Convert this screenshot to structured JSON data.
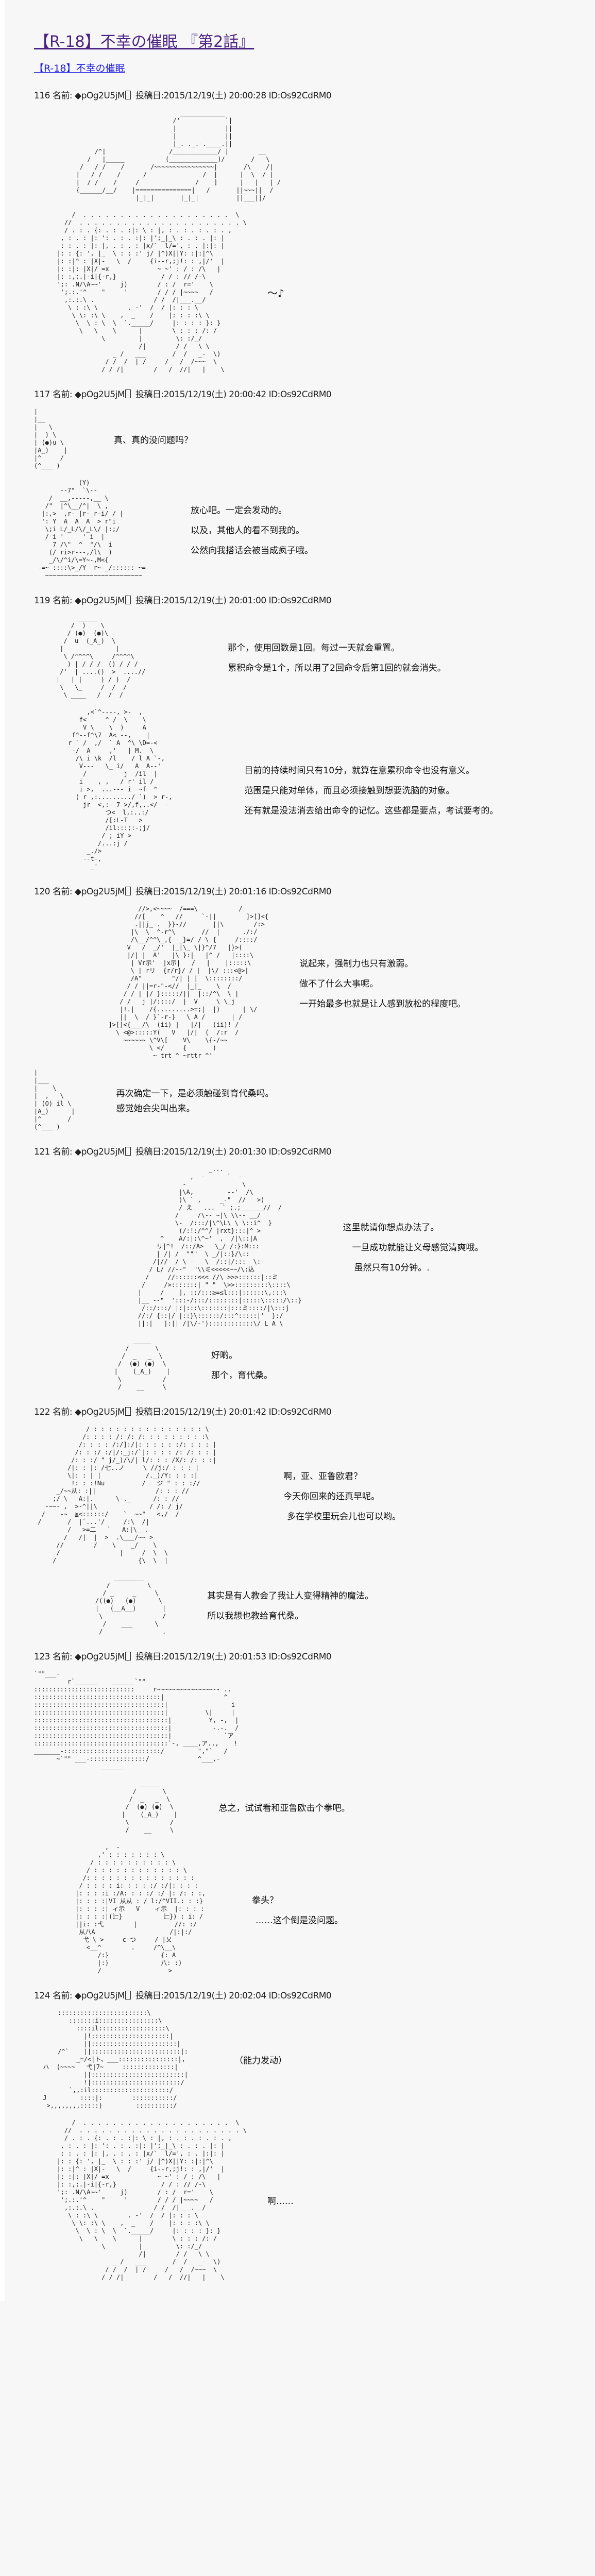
{
  "thread_title": "【R-18】不幸の催眠 『第2話』",
  "series_link": "【R-18】不幸の催眠",
  "posts": [
    {
      "no": "116",
      "name_label": "名前:",
      "trip": "◆pOg2U5jM",
      "date_label": "投稿日:",
      "date": "2015/12/19(土) 20:00:28",
      "id": "ID:Os92CdRM0",
      "lines": [
        "～♪"
      ]
    },
    {
      "no": "117",
      "name_label": "名前:",
      "trip": "◆pOg2U5jM",
      "date_label": "投稿日:",
      "date": "2015/12/19(土) 20:00:42",
      "id": "ID:Os92CdRM0",
      "lines": [
        "真、真的没问题吗？",
        "放心吧。一定会发动的。",
        "以及，其他人的看不到我的。",
        "公然向我搭话会被当成疯子哦。"
      ]
    },
    {
      "no": "119",
      "name_label": "名前:",
      "trip": "◆pOg2U5jM",
      "date_label": "投稿日:",
      "date": "2015/12/19(土) 20:01:00",
      "id": "ID:Os92CdRM0",
      "lines": [
        "那个，使用回数是1回。每过一天就会重置。",
        "累积命令是1个，所以用了2回命令后第1回的就会消失。",
        "目前的持续时间只有10分，就算在意累积命令也没有意义。",
        "范围是只能对单体，而且必须接触到想要洗脑的对象。",
        "还有就是没法消去给出命令的记忆。这些都是要点，考试要考的。"
      ]
    },
    {
      "no": "120",
      "name_label": "名前:",
      "trip": "◆pOg2U5jM",
      "date_label": "投稿日:",
      "date": "2015/12/19(土) 20:01:16",
      "id": "ID:Os92CdRM0",
      "lines": [
        "说起来，强制力也只有激弱。",
        "做不了什么大事呢。",
        "一开始最多也就是让人感到放松的程度吧。",
        "再次确定一下，是必须触碰到育代桑吗。",
        "感觉她会尖叫出来。"
      ]
    },
    {
      "no": "121",
      "name_label": "名前:",
      "trip": "◆pOg2U5jM",
      "date_label": "投稿日:",
      "date": "2015/12/19(土) 20:01:30",
      "id": "ID:Os92CdRM0",
      "lines": [
        "这里就请你想点办法了。",
        "一旦成功就能让义母感觉清爽哦。",
        "虽然只有10分钟。.",
        "好啲。",
        "那个，育代桑。"
      ]
    },
    {
      "no": "122",
      "name_label": "名前:",
      "trip": "◆pOg2U5jM",
      "date_label": "投稿日:",
      "date": "2015/12/19(土) 20:01:42",
      "id": "ID:Os92CdRM0",
      "lines": [
        "啊，亚、亚鲁欧君？",
        "今天你回来的还真早呢。",
        "多在学校里玩会儿也可以哟。",
        "其实是有人教会了我让人变得精神的魔法。",
        "所以我想也教给育代桑。"
      ]
    },
    {
      "no": "123",
      "name_label": "名前:",
      "trip": "◆pOg2U5jM",
      "date_label": "投稿日:",
      "date": "2015/12/19(土) 20:01:53",
      "id": "ID:Os92CdRM0",
      "lines": [
        "总之，试试看和亚鲁欧击个拳吧。",
        "拳头？",
        "……这个倒是没问题。"
      ]
    },
    {
      "no": "124",
      "name_label": "名前:",
      "trip": "◆pOg2U5jM",
      "date_label": "投稿日:",
      "date": "2015/12/19(土) 20:02:04",
      "id": "ID:Os92CdRM0",
      "lines": [
        "（能力发动）",
        "啊……"
      ]
    }
  ],
  "ascii_art": {
    "furniture": [
      "                               ____________",
      "                             /'            `|",
      "                             |             ||",
      "                             |             ||",
      "                             |_.-._.-.____.||",
      "        /^|                 /____________/ |        __",
      "      /   |_____           (_____________)/       /   \\",
      "    /   / /    /       /~~~~~~~~~~~~~~~~|       /\\    /|",
      "   |   / /    /      /               /  |      |  \\  / |_",
      "   |  / /    /     /               /    ]      |   |   | /",
      "   {______/__/    |===============|   /       ||~~~||  /",
      "                   |_|_|       |_|_|          ||___||/"
    ],
    "girl_hum": [
      "      /  . . . . . . . . . . . . . . . . . . . .  \\",
      "    //  . . . . . . . . . . . . . . . . . . . . . . \\",
      "    / . : . {: . : . :|: \\ : |, : . : . : . : . ,",
      "   , : . : |: ': . : . :|: |';_|_\\ : . : . |: |",
      "   : : . : |: |, . : . : |x/`  l/=', : . |:|: |",
      "  |: : {: ', |_  \\ : : :' j/ |^)X||Y: :|:|^\\",
      "  |: :|^ : |X|-   \\  /     {i--r,;j!: : ,|/'  |",
      "  |: :|: |X|/ =x             ~ ~' : / : /\\   |",
      "  |: :,;.|-i|{-r,}            / / : // /-\\",
      "  ';: .N/\\A~~'     j)        / : /  r='    \\",
      "   ';.:.'^    \"     '        / / / |~~~~   /",
      "    ,:.:.\\ .                / /  /|___.__/",
      "     \\ : :\\ \\        . -'  /  / |: : : \\",
      "      \\ \\: :\\ \\    ,  _    /    |: : : :\\ \\",
      "       \\  \\ : \\  \\  `._____/     |: : : : }: }",
      "        \\   \\    \\      |        \\ : : : /: /",
      "              \\         |         \\: :/_/",
      "                        /|        / /   \\ \\",
      "                 _ /   ___       /  /   _-  \\)",
      "               / /  /  | /     /   /  /~~~  \\",
      "              / / /|        /   /  //|   |    \\"
    ],
    "yaruo_peek": [
      "|",
      "|__",
      "|   \\",
      "|  ) \\",
      "| (●)u \\",
      "|A_)    |",
      "|^     /",
      "(^___ )"
    ],
    "bun_girl": [
      "            (Y)",
      "       --7\"  `\\--",
      "    /  __,-----,__ \\",
      "   /\"  |^\\__/^|  \\ ,",
      "  |:,>  ,r-_|r-_r-i/_/ |",
      "  ': Y  A  A  A  > r\"i",
      "   \\;i L/_L/\\/_L\\/ |:;/",
      "   / i '     ' i  |",
      "     7 /\\\"  ^  \"/\\  i",
      "    (/ ri>r---,/l\\  )",
      "    _/\\/^i/\\=Y~-,M<{",
      " -=~ ::::\\>_/Y  r~-_/:::::: ~=-",
      "   ~~~~~~~~~~~~~~~~~~~~~~~~~~"
    ],
    "yaruo_fingers": [
      "          _____",
      "        /  )    \\",
      "       / (●)  (●)\\",
      "      /  u  (_A_)  \\",
      "     |              |",
      "      \\ /^^^^\\     /^^^^\\",
      "       ) | / / /  () / / /",
      "     /'  | ....()  >  ....//",
      "    |   | |     ) / )  /",
      "     \\   \\_     /  /  /",
      "      \\ ____   /  /  /"
    ],
    "girl_long": [
      "          ,<`^----, >-  ,",
      "        f<     ^ /  \\    \\",
      "         V \\    \\  )     A",
      "      f^--f^\\7  A< --,    |",
      "     r ` /  ,/  ` A  ^\\ \\D=-<",
      "      -/  A     ,'   | M.  \\",
      "       /\\ i \\k  /l    / l A `-,",
      "        V---   \\_ i/   A  A--'",
      "         /          j  /il  |",
      "        i    , ,   / r' il /",
      "        i >,  ...--- i  ~f  ^",
      "       ( r ,:........./ `)  > r-,",
      "         jr  <,:--7 >/,f,..</  -",
      "               つ<  l,:..:/",
      "               /[:L-T   >",
      "               /il:::;:-;j/",
      "              / ; iY >",
      "             /...:j /",
      "          _./>",
      "         --t-,",
      "           _'"
    ],
    "girl_staff": [
      "          //>,<~~~~  /===\\           /",
      "         //[    ^   //     `-||        ]>[]<{",
      "         .||j_ .  }}-//       ||\\        /:>",
      "        |\\  \\  ^-r^\\       //  |      ./:/",
      "        /\\__/^^\\_,{--_}=/ / \\ {     /::::/",
      "       V   /  _/'  |_|\\_ \\|}^/7   |}>(",
      "       |/| |  A'   |\\ }:|   |^ /   |::::\\",
      "        | Vr示'  |x示|   /   |    |:::::\\",
      "        \\ | rリ  {r/r}/ / |  |\\/ :::<@>|",
      "        /A\"        \"/| | |  \\::::::::/",
      "       / / ||=r-\"-<//  |_|_    \\  /",
      "      / / | |/ }:::::/||  |::/^\\  \\ |",
      "     / /   j |/::::/  |  V     \\ \\_j",
      "     |!.|    /{.........>=;|  |)      | \\/",
      "     ||  \\  / }`-r-}   \\ A /       | /",
      "  ]>[]<{___/\\  (ii) |   |/|   (ii)! /",
      "    \\ <@>:::::Y(   V   |/|  (  /:r  /",
      "      ~~~~~~ \\^V\\[    V\\    \\{-/~~",
      "             \\ </     {       )",
      "              ~ trt ^ ~rttr ^'"
    ],
    "yaruo_peek2": [
      "|",
      "|___",
      "|    \\",
      "|  ,   \\",
      "| (O) il \\",
      "|A_)      |",
      "|^       /",
      "(^___ )"
    ],
    "mother": [
      "                      _...",
      "                 ,  -      `  -",
      "               -               \\",
      "              |\\A,         --'  /\\",
      "              )\\ ` ,     _-\"  //   >)",
      "              / え_ _...  ` ;.;______//  /",
      "             /     /\\-- ~|\\ \\\\-- __/",
      "             \\-  /:::/|\\^\\L\\ \\ \\::i^  }",
      "              (/:!:/^^/ |rxt}:::|^ >",
      "         ^    A/:|:\\^~'  ,  /|\\::|A",
      "        リ|^!  /::/A>   \\_/ /:}:M:::",
      "        | /| /  \"\"\"  \\ _/|::}/\\::",
      "       /|//  / \\--   \\  /::|/:::  \\:",
      "      / L/ //--\"  \"\\\\ミ<<<<<~~/\\:込",
      "     /     //::::::<<< //\\ >>>::::::|::ミ",
      "    /     />:::::::| \" \"  \\>>:::::::::\\::::\\",
      "   |     /    ], ::/:::≧=≦l:::|::::::\\,:::\\",
      "   |__ --\"  ':::-/:::/::::::::|:::::\\:::::/\\::}",
      "    /::/:::/ |:|:::\\:::::::|:::ミ::::/|\\:::j",
      "   //:/ {::|/ |::}\\::::::/:::^:::::|'  }:/",
      "   ||:|   |:|| /|\\/-')::::::::::::\\/ L A \\"
    ],
    "yaruo_front": [
      "        _____",
      "      /       \\",
      "     /  _   _  \\",
      "    /  (●) (●)  \\",
      "   |    (_A_)    |",
      "    \\           /",
      "    /    __     \\"
    ],
    "girl_big": [
      "              / : : : : : : : : : : : : : : : \\",
      "             /: : : : /: /: /: : : : : : : : :\\",
      "            /: : : : /:/]:/|: : : : : :/: : : : |",
      "           /: : :/ :/|/:_j:/`|: : : : /: /: : : |",
      "          /: : :/ \" j/_)/\\/| l/: : : /X/: /: : :|",
      "         /|: : |: /七..ノ     \\ //j:/ : : : |",
      "         \\|: : | |            /._)/Y: : : :|",
      "          !: : :!Nu          /   ジ \" : : ://",
      "      _/~~从: :||                /: : : //",
      "     ;/ \\   A:|.      \\-._      /: : //",
      "   -~~- ,  >-^||\\              / /: / j/",
      "  /    -~  ≧<::::::/    `  ~~\"   <,/  /",
      " /       /  |`...'/     /:\\  /|",
      "         /   >=二   `   A:|\\__.",
      "        /   /|  |  >  .\\___/~~ >",
      "      //        /    \\    _/    \\",
      "      /                |     /  \\  \\",
      "     /                      {\\  \\  |"
    ],
    "yaruo_front2": [
      "         ________",
      "       /          \\",
      "      / _     _     \\",
      "    /((●)   (●)      \\",
      "    |   (__A__)       |",
      "     \\                /",
      "      /    ___      \\",
      "     /                ."
    ],
    "hand": [
      "`\"\"___-",
      "         r`______    ______`\"\"",
      ":::::::::::::::::::::::::::     r~~~~~~~~~~~~~~~-- ..",
      "::::::::::::::::::::::::::::::::::|                ^",
      ":::::::::::::::::::::::::::::::::::|                 i",
      ":::::::::::::::::::::::::::::::::::|          \\|     |",
      "::::::::::::::::::::::::::::::::::::|          Y, -,  |",
      "::::::::::::::::::::::::::::::::::::|           -.-.  /",
      "::::::::::::::::::::::::::::::::::::|              `ア",
      "::::::::::::::::::::::::::::::::::::`-, ____,ア.,,    !",
      "_______-::::::::::::::::::::::::::/         \",\"`   /",
      "      ~`\"\" ___-:::::::::::::::/             ^___,-",
      "                  ______"
    ],
    "yaruo_front3": [
      "          _____",
      "        /       \\",
      "       /  _   _  \\",
      "      /  (●) (●)  \\",
      "     |    (_A_)    |",
      "      \\           /",
      "      /    __     \\"
    ],
    "girl_dotted": [
      "             ,  -",
      "           ,' : : : : : : : \\",
      "         / : : : : : : : : : : \\",
      "        / : : : : : : : : : : : : \\",
      "       /: : : : : : : : : : : : : : :",
      "      / : : : : i: : : : :/ :/|: : : :",
      "     |: : : :i :/A: : : :/ :/ |: /: : :,",
      "     |: : : :|VI 从从 : / l:/^VII.: : :}",
      "     |: : : :| ィ示   V    ィ示  |: : : :",
      "     |: : : :|(辷}           辷}) : i: /",
      "     ||i: :弋        |          //: :/",
      "      从八A                    /|:|:/",
      "       弋 \\ >     c-つ     / |乂",
      "        <__^        .     /^\\__\\",
      "           /:}              {: A",
      "           |:)              八: :)",
      "           /                  >"
    ],
    "hand_shine": [
      "     ::::::::::::::::::::::::\\",
      "        :::::::i::::::::::::::::\\",
      "          ::::il::::::::::::::::::\\",
      "            |!:::::::::::::::::::::|",
      "            ||:::::::::::::::::::::::|",
      "     /^`    ||::::::::::::::::::::::::|:",
      "          _=/<|ト、___::::::::::::::::|,",
      " ハ  (~~~~   弋|7~     ::::::::::::::|",
      "            ||:::::::::::::::::::::::::|",
      "            !|::::::::::::::::::::::::/",
      "        `,,:il:::::::::::::::::::::/",
      " J         ::::|:        :::::::::::/",
      "  >,,,,,,,,:::::)         ::::::::::/"
    ]
  }
}
